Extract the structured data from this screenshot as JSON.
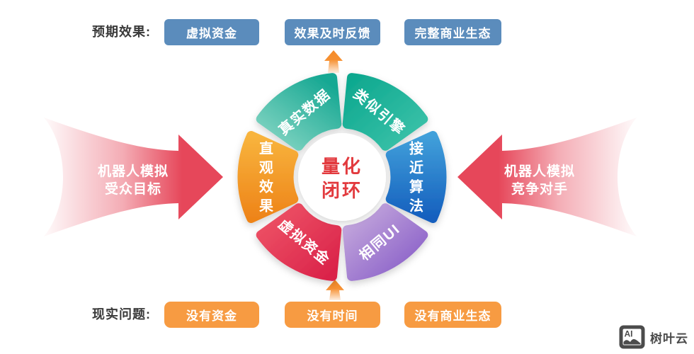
{
  "top_row": {
    "label": "预期效果:",
    "button_color": "#5b8cbc",
    "items": [
      "虚拟资金",
      "效果及时反馈",
      "完整商业生态"
    ]
  },
  "bottom_row": {
    "label": "现实问题:",
    "button_color": "#f79b42",
    "items": [
      "没有资金",
      "没有时间",
      "没有商业生态"
    ]
  },
  "wheel": {
    "center_lines": [
      "量化",
      "闭环"
    ],
    "center_text_color": "#e23a3e",
    "segments": [
      {
        "label": "真实数据",
        "color_from": "#8bd8c6",
        "color_to": "#17a893"
      },
      {
        "label": "类似引擎",
        "color_from": "#0ca78e",
        "color_to": "#3fc4ab"
      },
      {
        "label": "接近算法",
        "color_from": "#41a0da",
        "color_to": "#155fbe"
      },
      {
        "label": "相同UI",
        "color_from": "#c9aede",
        "color_to": "#8357c6"
      },
      {
        "label": "虚拟资金",
        "color_from": "#ef5668",
        "color_to": "#d92048"
      },
      {
        "label": "直观效果",
        "color_from": "#f8b43d",
        "color_to": "#ee8419"
      }
    ]
  },
  "side_arrows": {
    "color": "#e6475a",
    "left": {
      "lines": [
        "机器人模拟",
        "受众目标"
      ]
    },
    "right": {
      "lines": [
        "机器人模拟",
        "竞争对手"
      ]
    }
  },
  "flow_arrows": {
    "color": "#f68b28",
    "direction": "up"
  },
  "watermark": {
    "logo_label": "AI",
    "brand": "树叶云"
  }
}
